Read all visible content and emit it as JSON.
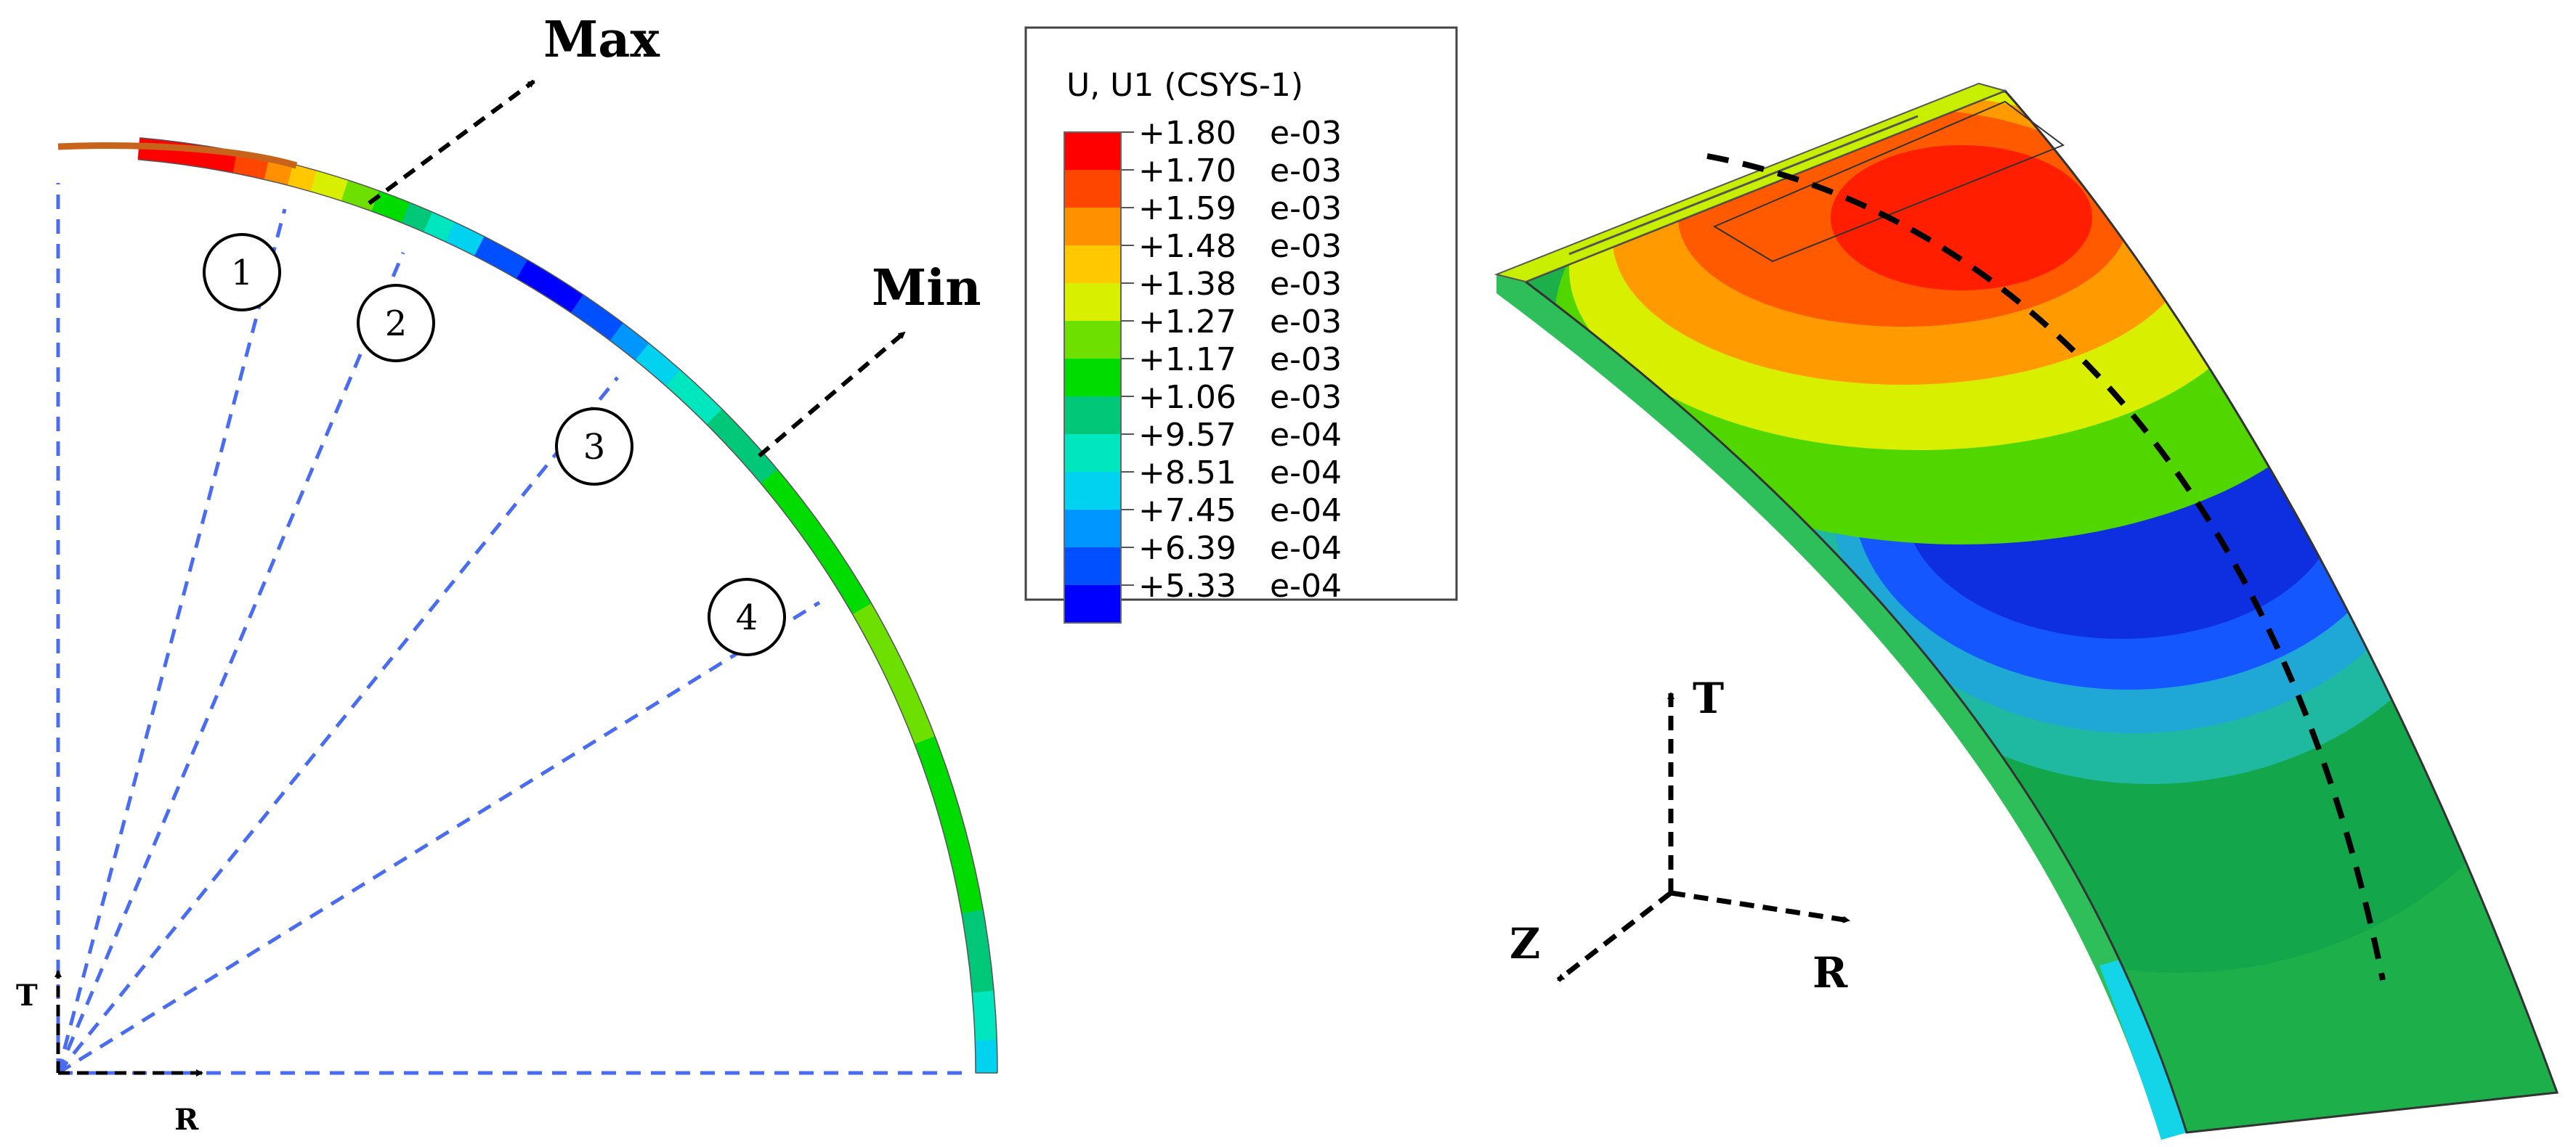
{
  "left_view": {
    "max_label": "Max",
    "min_label": "Min",
    "section_markers": [
      "1",
      "2",
      "3",
      "4"
    ],
    "axis_t": "T",
    "axis_r": "R"
  },
  "legend": {
    "title": "U, U1 (CSYS-1)",
    "entries": [
      {
        "value": "+1.80",
        "exp": "e-03",
        "color": "#ff0000"
      },
      {
        "value": "+1.70",
        "exp": "e-03",
        "color": "#ff4600"
      },
      {
        "value": "+1.59",
        "exp": "e-03",
        "color": "#ff9100"
      },
      {
        "value": "+1.48",
        "exp": "e-03",
        "color": "#ffc800"
      },
      {
        "value": "+1.38",
        "exp": "e-03",
        "color": "#d8f000"
      },
      {
        "value": "+1.27",
        "exp": "e-03",
        "color": "#6ee000"
      },
      {
        "value": "+1.17",
        "exp": "e-03",
        "color": "#00dc00"
      },
      {
        "value": "+1.06",
        "exp": "e-03",
        "color": "#00c878"
      },
      {
        "value": "+9.57",
        "exp": "e-04",
        "color": "#00e6be"
      },
      {
        "value": "+8.51",
        "exp": "e-04",
        "color": "#00d2f0"
      },
      {
        "value": "+7.45",
        "exp": "e-04",
        "color": "#0096ff"
      },
      {
        "value": "+6.39",
        "exp": "e-04",
        "color": "#0050ff"
      },
      {
        "value": "+5.33",
        "exp": "e-04",
        "color": "#0000ff"
      }
    ]
  },
  "right_view": {
    "axis_t": "T",
    "axis_z": "Z",
    "axis_r": "R"
  }
}
